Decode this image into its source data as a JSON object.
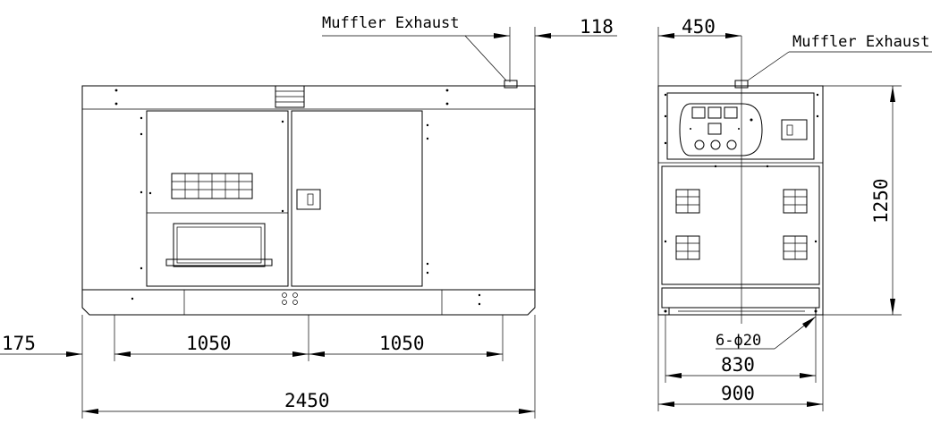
{
  "drawing": {
    "labels": {
      "muffler_front": "Muffler Exhaust",
      "muffler_side": "Muffler Exhaust",
      "holes": "6-ϕ20"
    },
    "dimensions": {
      "exhaust_offset": "118",
      "exhaust_side_offset": "450",
      "left_offset": "175",
      "span_left": "1050",
      "span_right": "1050",
      "overall_length": "2450",
      "height": "1250",
      "base_inner_width": "830",
      "overall_width": "900"
    }
  }
}
